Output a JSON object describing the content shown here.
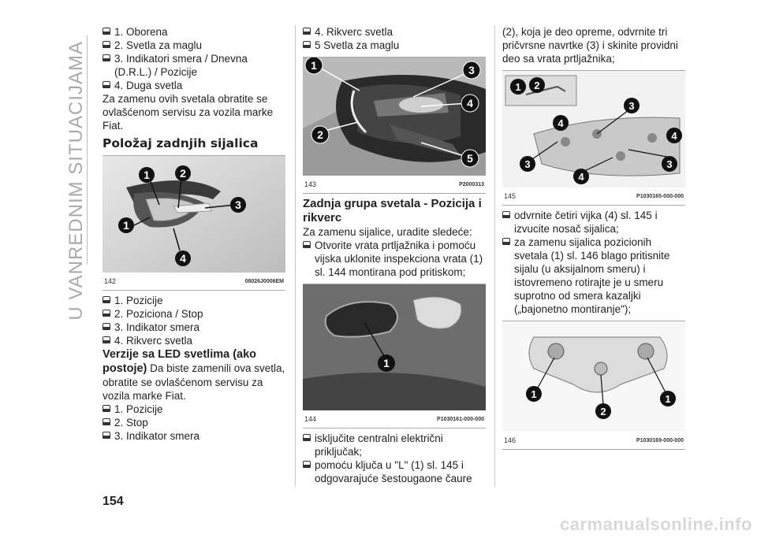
{
  "side_title": "U VANREDNIM SITUACIJAMA",
  "page_number": "154",
  "watermark": "carmanualsonline.info",
  "col1": {
    "list_a": [
      "1. Oborena",
      "2. Svetla za maglu",
      "3. Indikatori smera / Dnevna (D.R.L.) / Pozicije",
      "4. Duga svetla"
    ],
    "para_a": "Za zamenu ovih svetala obratite se ovlašćenom servisu za vozila marke Fiat.",
    "heading": "Položaj zadnjih sijalica",
    "fig": {
      "number": "142",
      "code": "08026J0006EM",
      "callouts": [
        "1",
        "2",
        "3",
        "1",
        "4"
      ]
    },
    "list_b": [
      "1. Pozicije",
      "2. Poziciona / Stop",
      "3. Indikator smera",
      "4. Rikverc svetla"
    ],
    "subheading": "Verzije sa LED svetlima (ako postoje)",
    "para_b": "Da biste zamenili ova svetla, obratite se ovlašćenom servisu za vozila marke Fiat.",
    "list_c": [
      "1. Pozicije",
      "2. Stop",
      "3. Indikator smera"
    ]
  },
  "col2": {
    "list_a": [
      "4. Rikverc svetla",
      "5 Svetla za maglu"
    ],
    "fig1": {
      "number": "143",
      "code": "P2000313",
      "callouts": [
        "1",
        "3",
        "4",
        "2",
        "5"
      ]
    },
    "heading": "Zadnja grupa svetala - Pozicija i rikverc",
    "para_a": "Za zamenu sijalice, uradite sledeće:",
    "list_b": [
      "Otvorite vrata prtljažnika i pomoću vijska uklonite inspekciona vrata (1) sl. 144 montirana pod pritiskom;"
    ],
    "fig2": {
      "number": "144",
      "code": "P1030161-000-000",
      "callouts": [
        "1"
      ]
    },
    "list_c": [
      "isključite centralni električni priključak;",
      "pomoću ključa u \"L\" (1) sl. 145 i odgovarajuće šestougaone čaure"
    ]
  },
  "col3": {
    "para_a": "(2), koja je deo opreme, odvrnite tri pričvrsne navrtke (3) i skinite providni deo sa vrata prtljažnika;",
    "fig1": {
      "number": "145",
      "code": "P1030165-000-000",
      "callouts": [
        "1",
        "2",
        "3",
        "4",
        "4",
        "3",
        "4",
        "3"
      ]
    },
    "list_a": [
      "odvrnite četiri vijka (4) sl. 145 i izvucite nosač sijalica;",
      "za zamenu sijalica pozicionih svetala (1) sl. 146 blago pritisnite sijalu (u aksijalnom smeru) i istovremeno rotirajte je u smeru suprotno od smera kazaljki („bajonetno montiranje\");"
    ],
    "fig2": {
      "number": "146",
      "code": "P1030169-000-000",
      "callouts": [
        "1",
        "1",
        "2"
      ]
    }
  }
}
